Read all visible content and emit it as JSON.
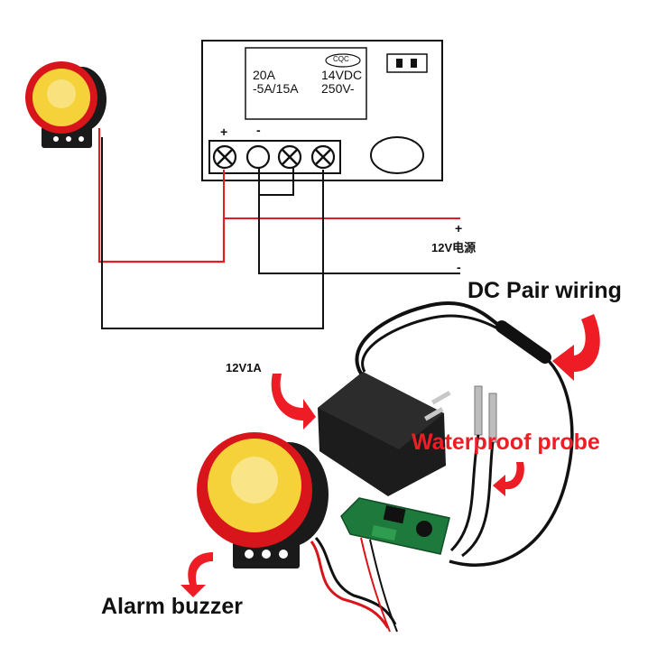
{
  "relay": {
    "rating_line1": "20A",
    "rating_line2": "-5A/15A",
    "voltage_line1": "14VDC",
    "voltage_line2": "250V-",
    "cqc_mark": "CQC",
    "terminal_plus": "+",
    "terminal_minus": "-"
  },
  "power": {
    "plus_sign": "+",
    "label": "12V电源",
    "minus_sign": "-"
  },
  "adapter_label": "12V1A",
  "callouts": {
    "dc_pair": "DC Pair wiring",
    "probe": "Waterproof probe",
    "buzzer": "Alarm buzzer"
  },
  "colors": {
    "wire_red": "#e02020",
    "wire_black": "#111111",
    "arrow_red": "#ee1c24",
    "buzzer_yellow": "#f6d23a",
    "buzzer_red": "#d8151b",
    "pcb_green": "#1e7a3c"
  }
}
